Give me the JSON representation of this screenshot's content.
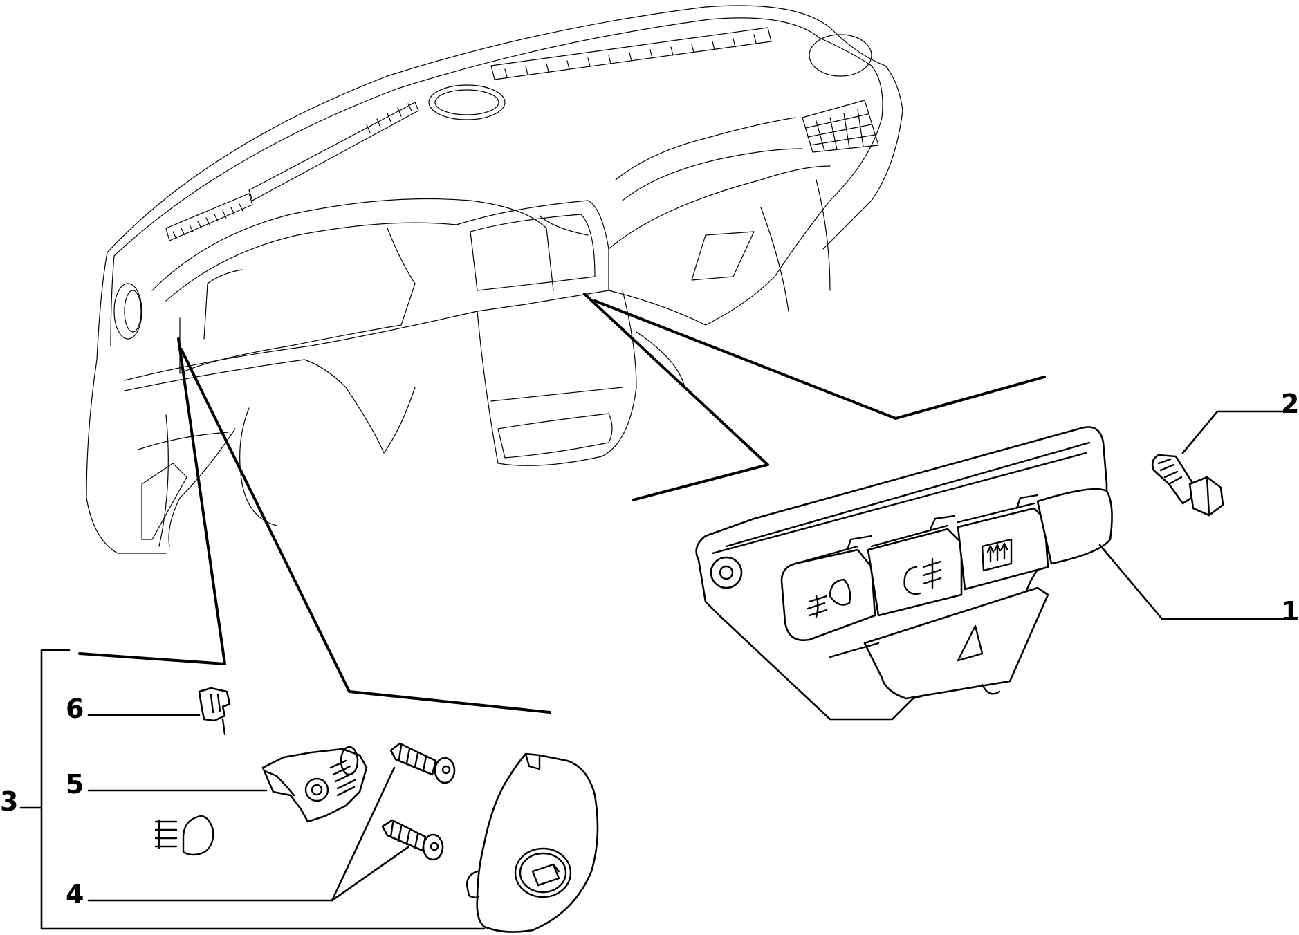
{
  "callouts": [
    {
      "id": "1",
      "label": "1"
    },
    {
      "id": "2",
      "label": "2"
    },
    {
      "id": "3",
      "label": "3"
    },
    {
      "id": "4",
      "label": "4"
    },
    {
      "id": "5",
      "label": "5"
    },
    {
      "id": "6",
      "label": "6"
    }
  ],
  "icons": [
    "fog-light-icon",
    "rear-fog-light-icon",
    "rear-defroster-icon",
    "hazard-triangle-icon",
    "headlight-icon",
    "headlight-level-icon"
  ]
}
